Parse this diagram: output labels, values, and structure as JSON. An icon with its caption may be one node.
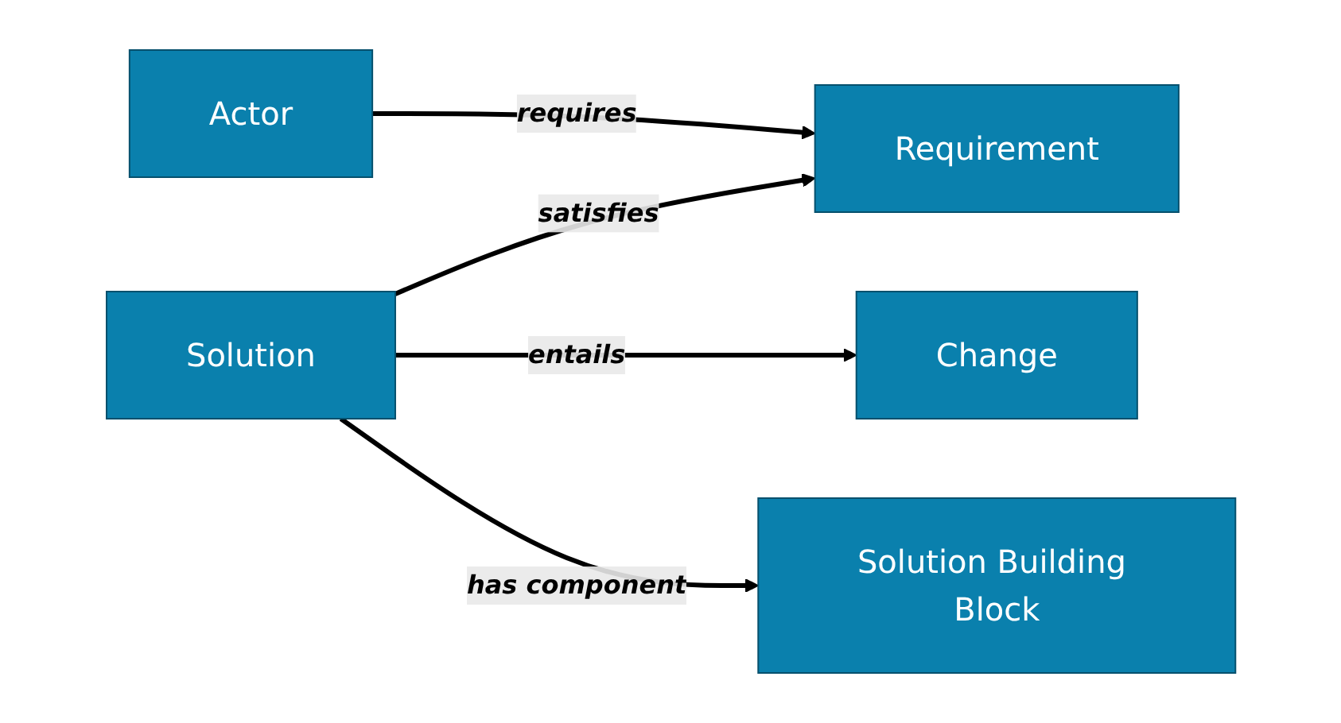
{
  "diagram": {
    "nodes": [
      {
        "text": [
          "Actor"
        ]
      },
      {
        "text": [
          "Requirement"
        ]
      },
      {
        "text": [
          "Solution"
        ]
      },
      {
        "text": [
          "Change"
        ]
      },
      {
        "text": [
          "Solution Building Block"
        ]
      }
    ],
    "edges": [
      {
        "from": 0,
        "to": 1,
        "arrow": "to",
        "label": "requires"
      },
      {
        "from": 2,
        "to": 1,
        "arrow": "to",
        "label": "satisfies"
      },
      {
        "from": 2,
        "to": 3,
        "arrow": "to",
        "label": "entails"
      },
      {
        "from": 2,
        "to": 4,
        "arrow": "to",
        "label": "has component"
      }
    ]
  }
}
